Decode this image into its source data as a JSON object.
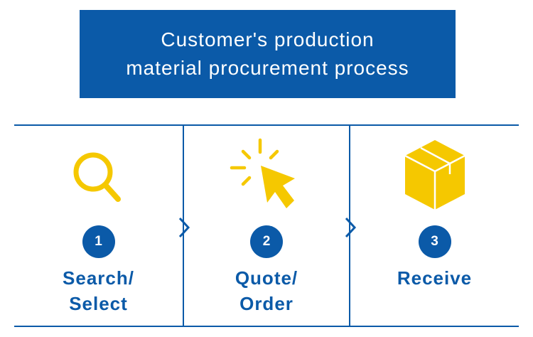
{
  "header": {
    "title_line1": "Customer's production",
    "title_line2": "material procurement process"
  },
  "steps": [
    {
      "number": "1",
      "label_line1": "Search/",
      "label_line2": "Select",
      "icon": "magnifier-icon"
    },
    {
      "number": "2",
      "label_line1": "Quote/",
      "label_line2": "Order",
      "icon": "cursor-click-icon"
    },
    {
      "number": "3",
      "label_line1": "Receive",
      "label_line2": "",
      "icon": "box-icon"
    }
  ],
  "colors": {
    "primary": "#0b5aa8",
    "accent": "#f5c800"
  }
}
